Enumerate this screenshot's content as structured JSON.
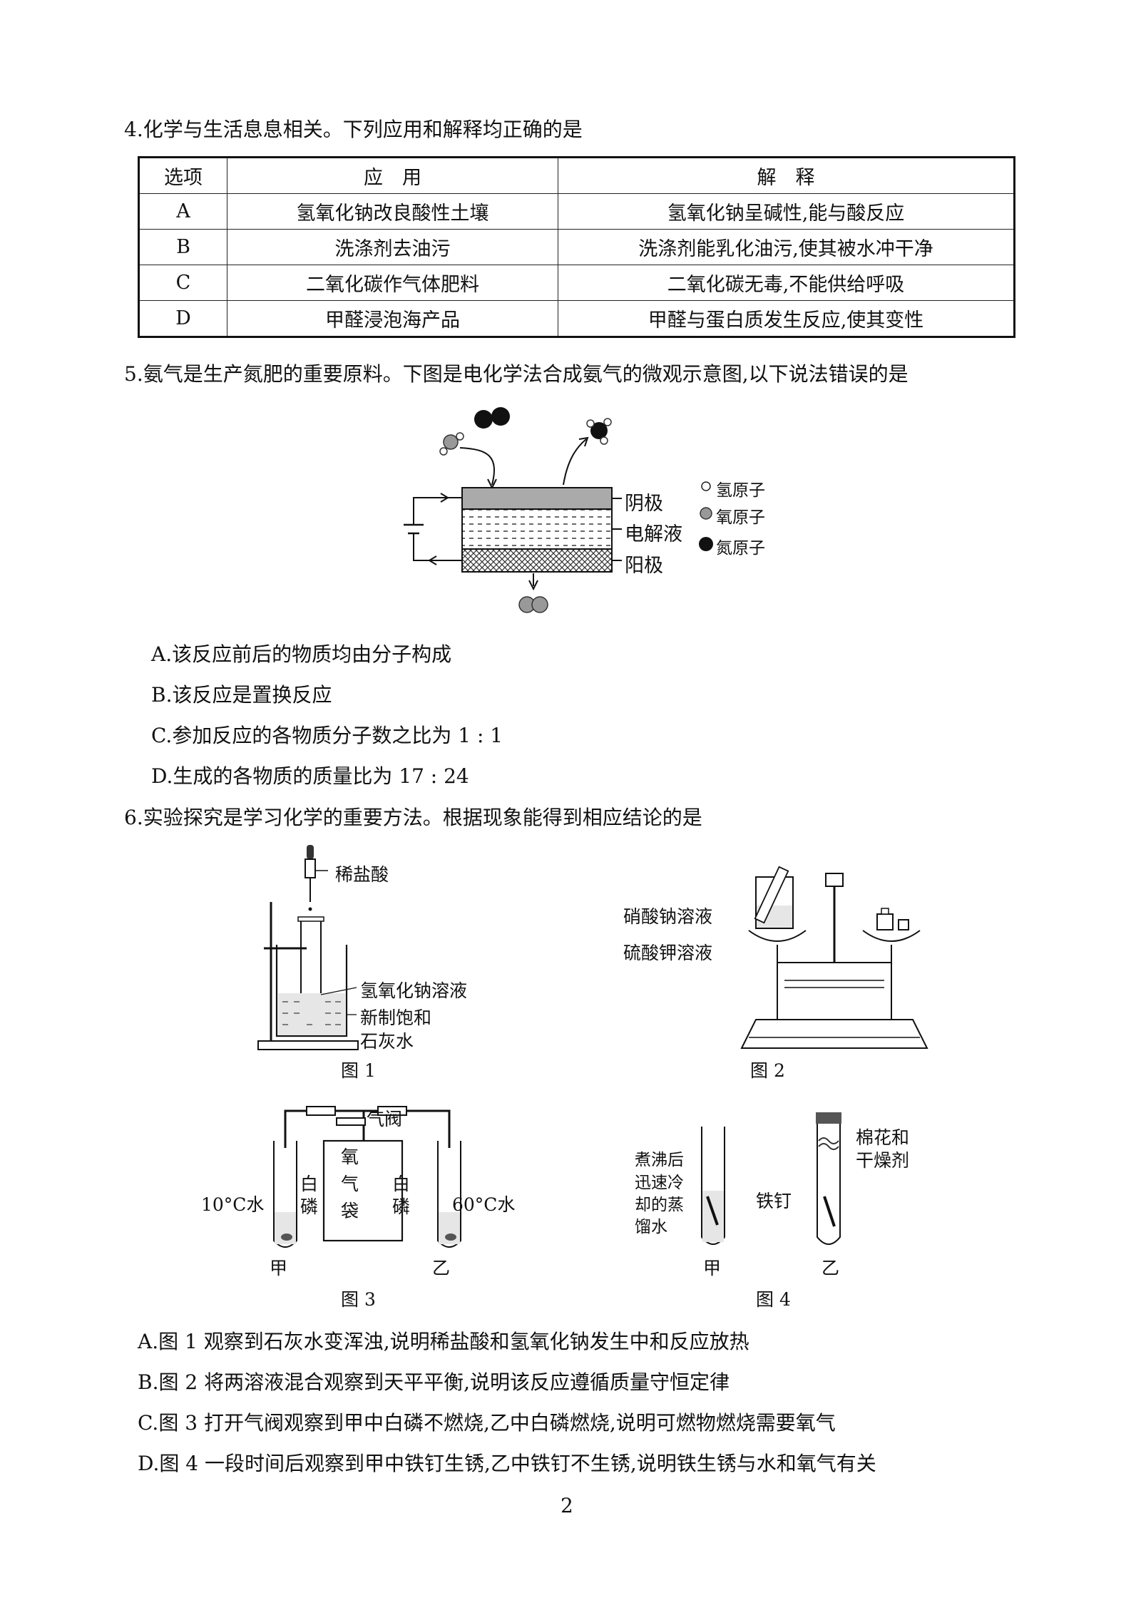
{
  "q4": {
    "stem": "4.化学与生活息息相关。下列应用和解释均正确的是",
    "headers": [
      "选项",
      "应　用",
      "解　释"
    ],
    "rows": [
      {
        "opt": "A",
        "app": "氢氧化钠改良酸性土壤",
        "exp": "氢氧化钠呈碱性,能与酸反应"
      },
      {
        "opt": "B",
        "app": "洗涤剂去油污",
        "exp": "洗涤剂能乳化油污,使其被水冲干净"
      },
      {
        "opt": "C",
        "app": "二氧化碳作气体肥料",
        "exp": "二氧化碳无毒,不能供给呼吸"
      },
      {
        "opt": "D",
        "app": "甲醛浸泡海产品",
        "exp": "甲醛与蛋白质发生反应,使其变性"
      }
    ]
  },
  "q5": {
    "stem": "5.氨气是生产氮肥的重要原料。下图是电化学法合成氨气的微观示意图,以下说法错误的是",
    "diagram": {
      "cathode": "阴极",
      "electrolyte": "电解液",
      "anode": "阳极",
      "legend": [
        "氢原子",
        "氧原子",
        "氮原子"
      ]
    },
    "options": [
      "A.该反应前后的物质均由分子构成",
      "B.该反应是置换反应",
      "C.参加反应的各物质分子数之比为 1 : 1",
      "D.生成的各物质的质量比为 17 : 24"
    ]
  },
  "q6": {
    "stem": "6.实验探究是学习化学的重要方法。根据现象能得到相应结论的是",
    "fig1": {
      "acid": "稀盐酸",
      "naoh": "氢氧化钠溶液",
      "lime1": "新制饱和",
      "lime2": "石灰水",
      "caption": "图 1"
    },
    "fig2": {
      "sol1": "硝酸钠溶液",
      "sol2": "硫酸钾溶液",
      "caption": "图 2"
    },
    "fig3": {
      "valve": "气阀",
      "bag": [
        "氧",
        "气",
        "袋"
      ],
      "p_left": [
        "白",
        "磷"
      ],
      "p_right": [
        "白",
        "磷"
      ],
      "water_left": "10°C水",
      "water_right": "60°C水",
      "tube_a": "甲",
      "tube_b": "乙",
      "caption": "图 3"
    },
    "fig4": {
      "water": [
        "煮沸后",
        "迅速冷",
        "却的蒸",
        "馏水"
      ],
      "nail": "铁钉",
      "cotton": [
        "棉花和",
        "干燥剂"
      ],
      "tube_a": "甲",
      "tube_b": "乙",
      "caption": "图 4"
    },
    "options": [
      "A.图 1 观察到石灰水变浑浊,说明稀盐酸和氢氧化钠发生中和反应放热",
      "B.图 2 将两溶液混合观察到天平平衡,说明该反应遵循质量守恒定律",
      "C.图 3 打开气阀观察到甲中白磷不燃烧,乙中白磷燃烧,说明可燃物燃烧需要氧气",
      "D.图 4 一段时间后观察到甲中铁钉生锈,乙中铁钉不生锈,说明铁生锈与水和氧气有关"
    ]
  },
  "page_number": "2"
}
